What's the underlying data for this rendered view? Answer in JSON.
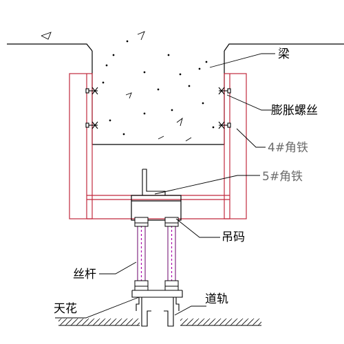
{
  "labels": {
    "beam": "梁",
    "expansion_bolt": "膨胀螺丝",
    "angle_steel_4": "4#角铁",
    "angle_steel_5": "5#角铁",
    "hanger": "吊码",
    "threaded_rod": "丝杆",
    "ceiling": "天花",
    "track": "道轨"
  },
  "colors": {
    "line": "#000000",
    "steel": "#c0283c",
    "rod": "#b000b0",
    "label_gray": "#6b6b6b"
  }
}
